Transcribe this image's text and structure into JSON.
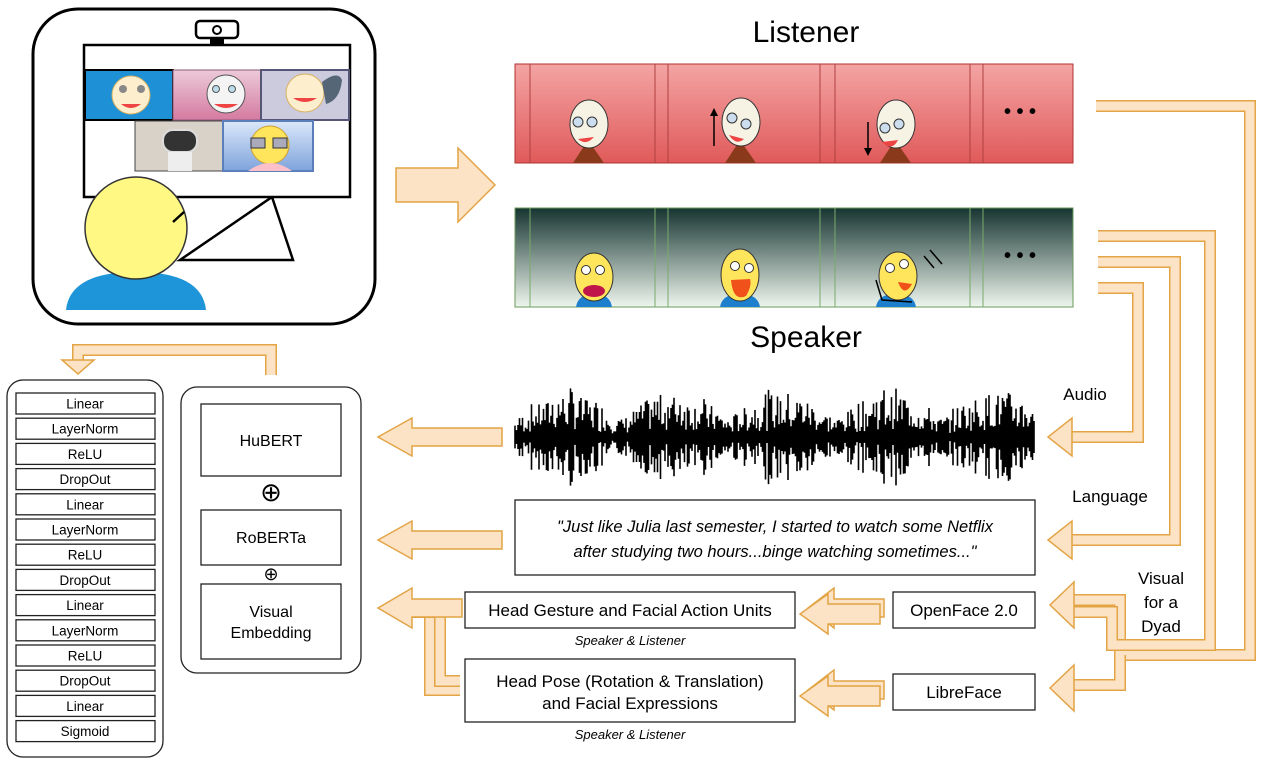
{
  "listener": {
    "title": "Listener"
  },
  "speaker": {
    "title": "Speaker"
  },
  "inputs": {
    "audio": "Audio",
    "language": "Language",
    "visual": [
      "Visual",
      "for a",
      "Dyad"
    ]
  },
  "transcript": [
    "\"Just like Julia last semester, I started to watch some Netflix",
    "after studying two hours...binge watching sometimes...\""
  ],
  "tools": {
    "openface": "OpenFace 2.0",
    "libreface": "LibreFace"
  },
  "features": {
    "gesture": "Head Gesture and Facial Action Units",
    "pose": [
      "Head Pose (Rotation & Translation)",
      "and Facial Expressions"
    ],
    "gesture_note": "Speaker & Listener",
    "pose_note": "Speaker & Listener"
  },
  "encoders": {
    "hubert": "HuBERT",
    "plus1": "⊕",
    "roberta": "RoBERTa",
    "plus2": "⊕",
    "visual": [
      "Visual",
      "Embedding"
    ]
  },
  "layers": [
    "Linear",
    "LayerNorm",
    "ReLU",
    "DropOut",
    "Linear",
    "LayerNorm",
    "ReLU",
    "DropOut",
    "Linear",
    "LayerNorm",
    "ReLU",
    "DropOut",
    "Linear",
    "Sigmoid"
  ],
  "ellipsis": "• • •",
  "colors": {
    "arrow_fill": "#fde3c5",
    "arrow_stroke": "#e2a445",
    "listener_strip": "#e46a6a",
    "speaker_strip": "#1f3d36"
  }
}
